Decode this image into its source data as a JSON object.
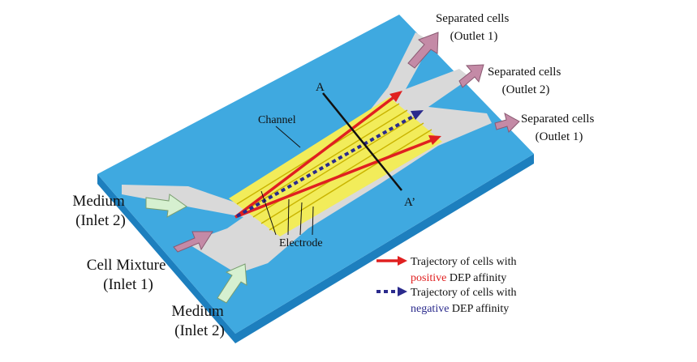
{
  "labels": {
    "outlet_top_line1": "Separated cells",
    "outlet_top_line2": "(Outlet 1)",
    "outlet_mid_line1": "Separated cells",
    "outlet_mid_line2": "(Outlet 2)",
    "outlet_bot_line1": "Separated cells",
    "outlet_bot_line2": "(Outlet 1)",
    "channel": "Channel",
    "section_a": "A",
    "section_a_prime": "A’",
    "electrode": "Electrode",
    "medium_upper_line1": "Medium",
    "medium_upper_line2": "(Inlet 2)",
    "cell_mixture_line1": "Cell Mixture",
    "cell_mixture_line2": "(Inlet 1)",
    "medium_lower_line1": "Medium",
    "medium_lower_line2": "(Inlet 2)"
  },
  "legend": {
    "positive_line1": "Trajectory of cells with",
    "positive_word": "positive",
    "positive_rest": " DEP affinity",
    "negative_line1": "Trajectory of cells with",
    "negative_word": "negative",
    "negative_rest": " DEP affinity"
  },
  "colors": {
    "substrate_top": "#3fa9e0",
    "substrate_side": "#1d7fbe",
    "channel": "#d9d9d9",
    "electrode": "#f2ec5a",
    "electrode_line": "#c9b400",
    "positive": "#e02020",
    "negative": "#2a2a8c",
    "outlet_arrow": "#c48aa6",
    "inlet_arrow_medium": "#d6f0d0",
    "inlet_arrow_mixture": "#c48aa6"
  }
}
